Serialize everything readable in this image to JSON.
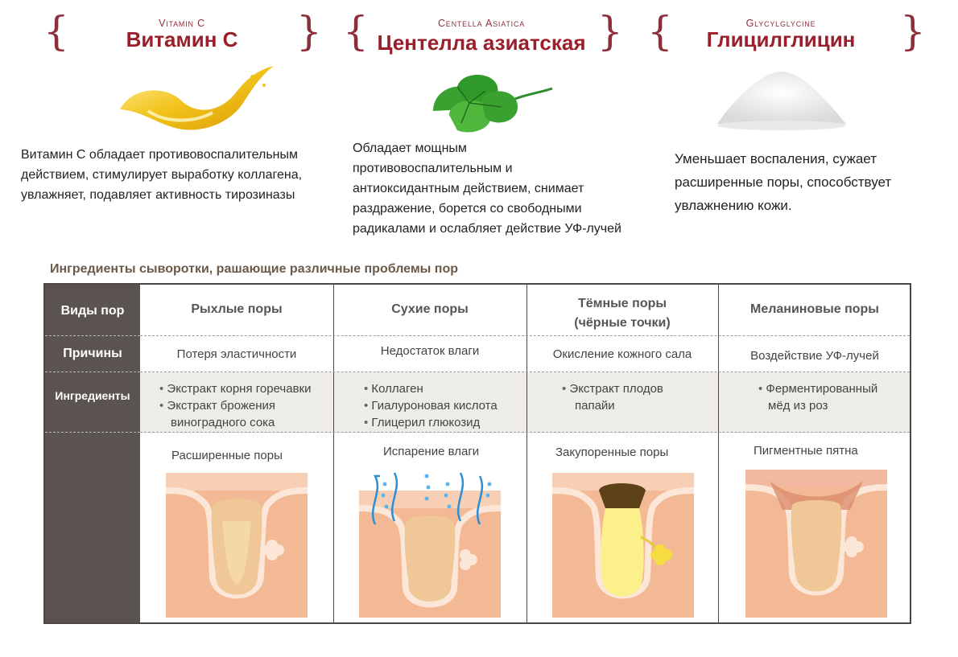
{
  "ingredients": [
    {
      "subtitle": "Vitamin C",
      "title": "Витамин C",
      "description": [
        "Витамин С обладает противовоспалительным",
        "действием, стимулирует выработку коллагена,",
        "увлажняет, подавляет активность тирозиназы"
      ]
    },
    {
      "subtitle": "Centella Asiatica",
      "title": "Центелла азиатская",
      "description": [
        "Обладает мощным",
        "противовоспалительным и",
        "антиоксидантным действием, снимает",
        "раздражение, борется со свободными",
        "радикалами и ослабляет действие УФ-лучей"
      ]
    },
    {
      "subtitle": "Glycylglycine",
      "title": "Глицилглицин",
      "description": [
        "Уменьшает воспаления, сужает",
        "расширенные поры, способствует",
        "увлажнению кожи."
      ]
    }
  ],
  "table": {
    "section_title": "Ингредиенты сыворотки, рашающие различные проблемы пор",
    "row_headers": {
      "types": "Виды пор",
      "causes": "Причины",
      "ingredients": "Ингредиенты"
    },
    "columns": [
      {
        "type": [
          "Рыхлые поры"
        ],
        "cause": "Потеря эластичности",
        "ingredients": [
          "Экстракт корня горечавки",
          "Экстракт брожения",
          "виноградного сока"
        ],
        "illustration_label": "Расширенные поры"
      },
      {
        "type": [
          "Сухие поры"
        ],
        "cause": "Недостаток влаги",
        "ingredients": [
          "Коллаген",
          "Гиалуроновая кислота",
          "Глицерил глюкозид"
        ],
        "illustration_label": "Испарение влаги"
      },
      {
        "type": [
          "Тёмные поры",
          "(чёрные точки)"
        ],
        "cause": "Окисление кожного сала",
        "ingredients": [
          "Экстракт плодов",
          "папайи"
        ],
        "illustration_label": "Закупоренные поры"
      },
      {
        "type": [
          "Меланиновые поры"
        ],
        "cause": "Воздействие УФ-лучей",
        "ingredients": [
          "Ферментированный",
          "мёд из роз"
        ],
        "illustration_label": "Пигментные пятна"
      }
    ]
  },
  "colors": {
    "accent": "#9a1f2a",
    "sidebar": "#5a5350",
    "band": "#eeece7",
    "skin": "#f4c4a4"
  },
  "icons": [
    "vitamin-c-splash-icon",
    "centella-leaves-icon",
    "glycylglycine-powder-icon"
  ]
}
